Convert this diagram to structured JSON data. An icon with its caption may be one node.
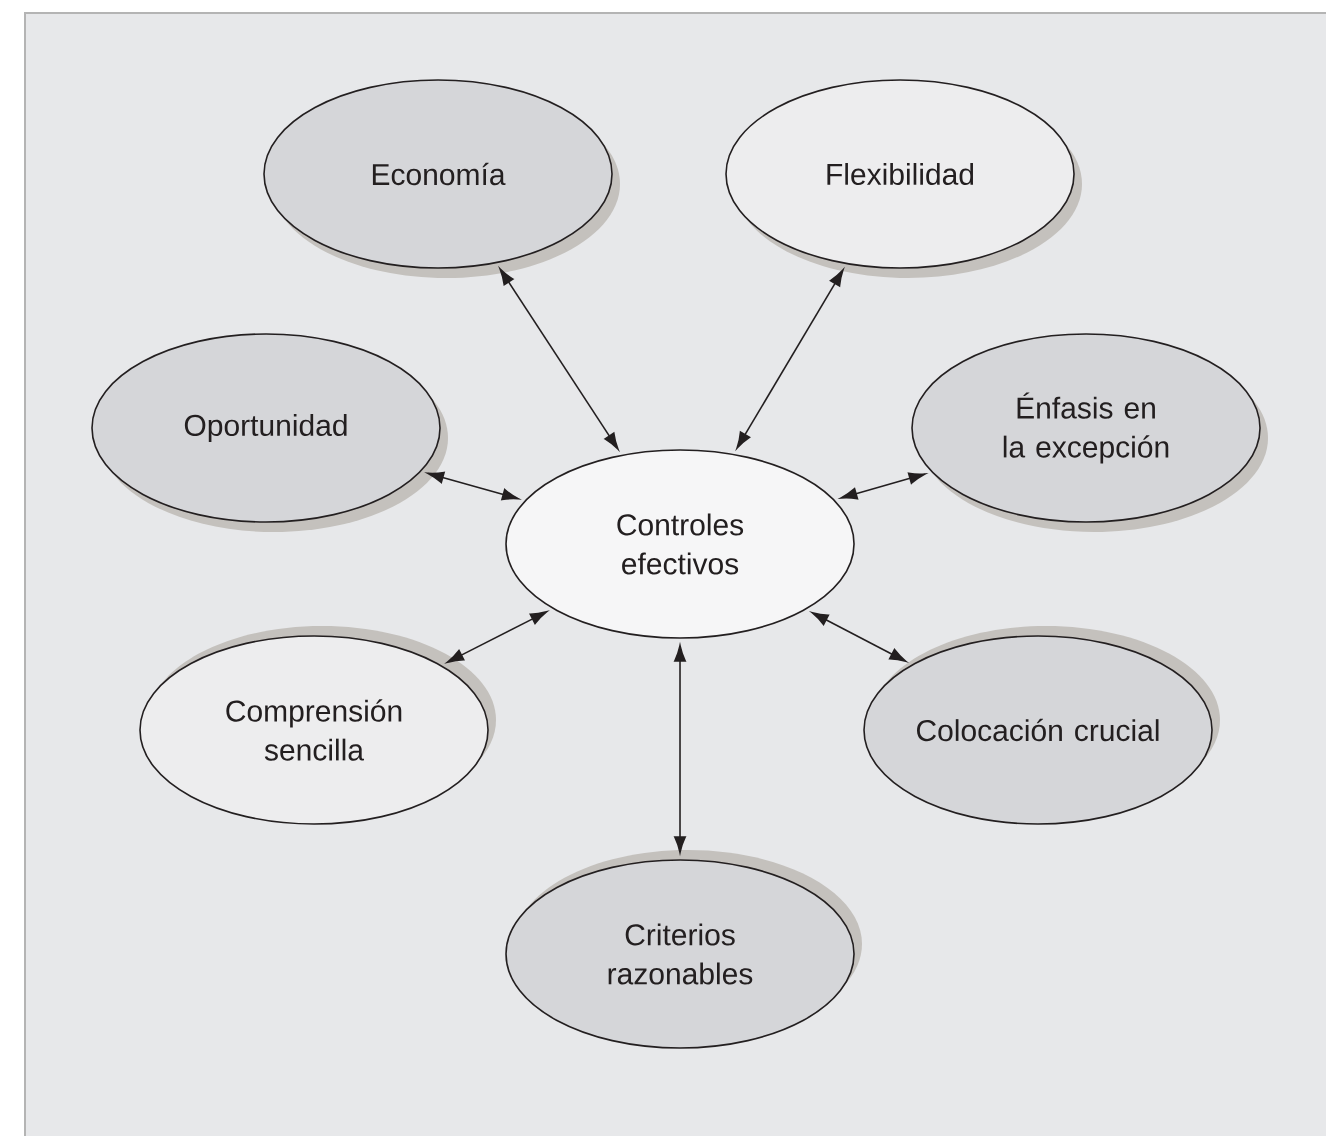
{
  "diagram": {
    "nodes": [
      {
        "text": [
          "Economía"
        ]
      },
      {
        "text": [
          "Flexibilidad"
        ]
      },
      {
        "text": [
          "Oportunidad"
        ]
      },
      {
        "text": [
          "Controles efectivos"
        ]
      },
      {
        "text": [
          "Énfasis en la excepción"
        ]
      },
      {
        "text": [
          "Comprensión sencilla"
        ]
      },
      {
        "text": [
          "Colocación crucial"
        ]
      },
      {
        "text": [
          "Criterios razonables"
        ]
      }
    ],
    "edges": [
      {
        "from": 3,
        "to": 0,
        "arrow": "both"
      },
      {
        "from": 3,
        "to": 1,
        "arrow": "both"
      },
      {
        "from": 3,
        "to": 2,
        "arrow": "both"
      },
      {
        "from": 3,
        "to": 4,
        "arrow": "both"
      },
      {
        "from": 3,
        "to": 5,
        "arrow": "both"
      },
      {
        "from": 3,
        "to": 6,
        "arrow": "both"
      },
      {
        "from": 3,
        "to": 7,
        "arrow": "both"
      }
    ]
  }
}
